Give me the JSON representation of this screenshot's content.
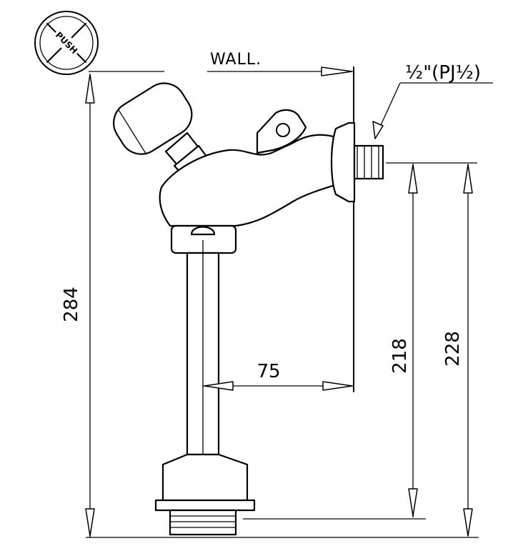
{
  "push_badge": {
    "text": "PUSH"
  },
  "labels": {
    "wall": "WALL.",
    "thread": "½\"(PJ½)"
  },
  "dimensions": {
    "overall_height": "284",
    "wall_offset": "75",
    "outlet_to_base": "218",
    "outlet_to_bottom": "228"
  }
}
